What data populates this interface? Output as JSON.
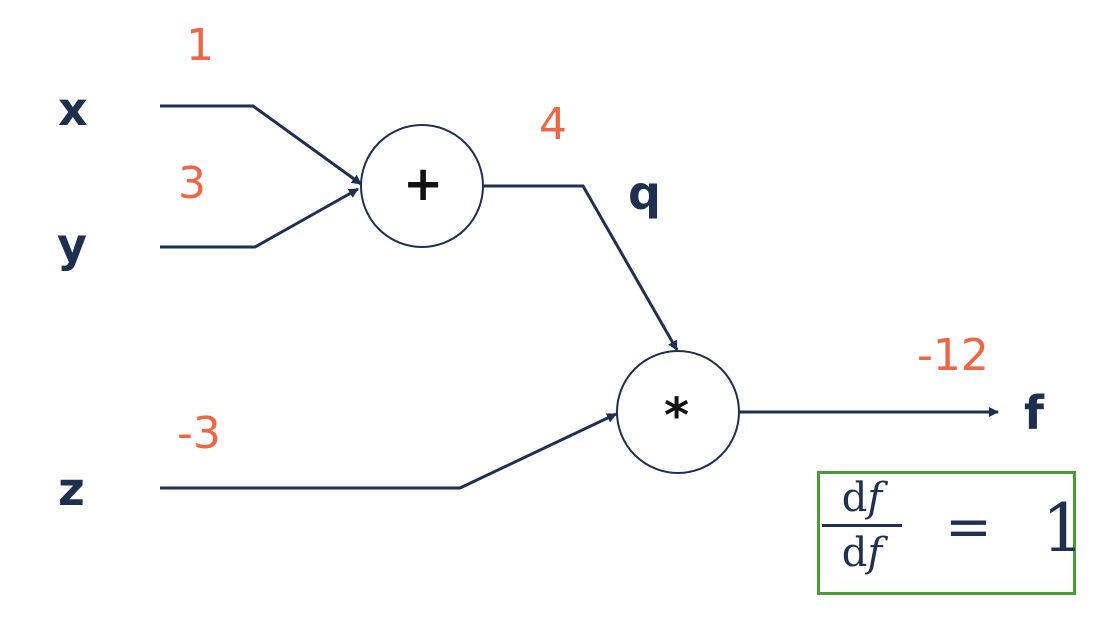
{
  "nodes": {
    "x": {
      "label": "x",
      "value": "1"
    },
    "y": {
      "label": "y",
      "value": "3"
    },
    "z": {
      "label": "z",
      "value": "-3"
    },
    "q": {
      "label": "q",
      "value": "4"
    },
    "f": {
      "label": "f",
      "value": "-12"
    },
    "add_gate": {
      "symbol": "+"
    },
    "mul_gate": {
      "symbol": "*"
    }
  },
  "gradient": {
    "numerator": "d",
    "numerator_var": "f",
    "denominator": "d",
    "denominator_var": "f",
    "equals": "=",
    "result": "1"
  },
  "colors": {
    "edge": "#1f2f4f",
    "value": "#ee6644",
    "box": "#4a9a3a"
  }
}
